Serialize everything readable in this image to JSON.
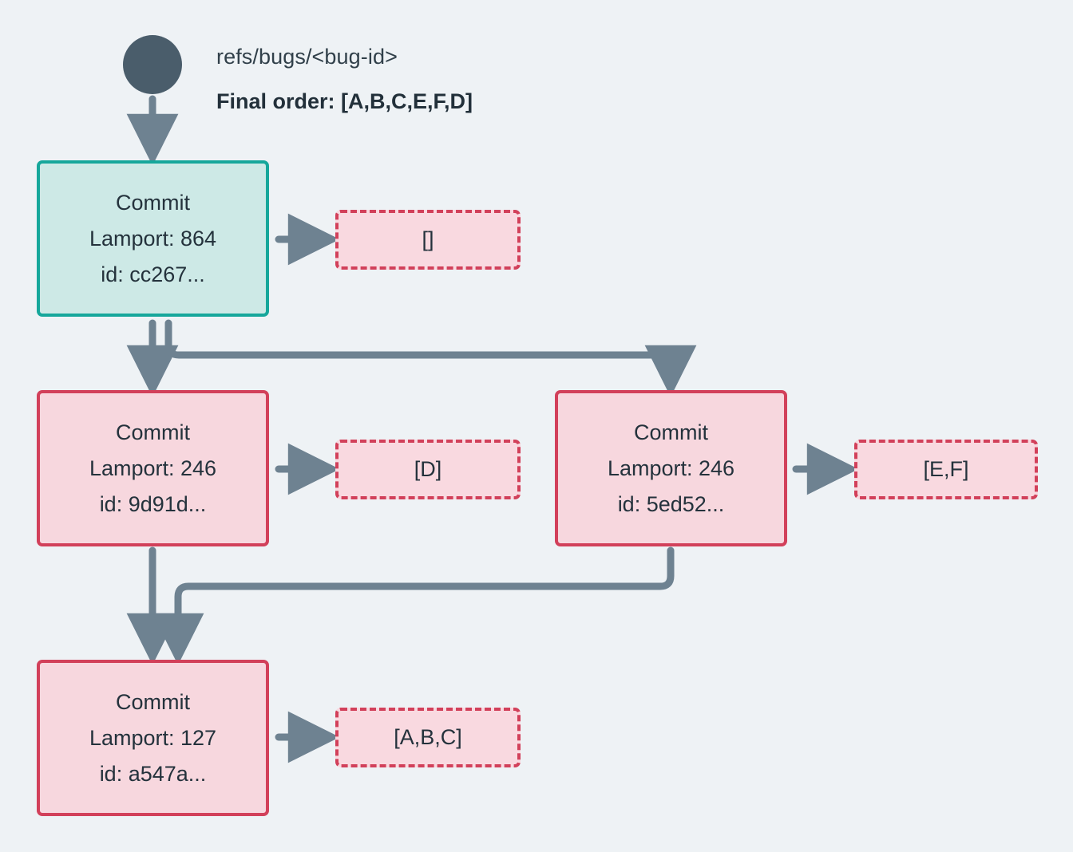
{
  "diagram": {
    "type": "commit-dag",
    "background_color": "#eef2f5",
    "root": {
      "icon": "filled-circle-node",
      "color": "#4a5d6b"
    },
    "header": {
      "ref_label": "refs/bugs/<bug-id>",
      "final_order_label": "Final order: [A,B,C,E,F,D]"
    },
    "palette": {
      "teal_border": "#16a79b",
      "teal_fill": "#cde9e6",
      "pink_border": "#d2405a",
      "pink_fill": "#f7d7de",
      "edge": "#6e8291",
      "text": "#24323c"
    },
    "nodes": [
      {
        "id": "cc267",
        "style": "teal",
        "title": "Commit",
        "lamport": "Lamport: 864",
        "hash": "id: cc267..."
      },
      {
        "id": "9d91d",
        "style": "pink",
        "title": "Commit",
        "lamport": "Lamport: 246",
        "hash": "id: 9d91d..."
      },
      {
        "id": "5ed52",
        "style": "pink",
        "title": "Commit",
        "lamport": "Lamport: 246",
        "hash": "id: 5ed52..."
      },
      {
        "id": "a547a",
        "style": "pink",
        "title": "Commit",
        "lamport": "Lamport: 127",
        "hash": "id: a547a..."
      }
    ],
    "operations": [
      {
        "for_node": "cc267",
        "label": "[]"
      },
      {
        "for_node": "9d91d",
        "label": "[D]"
      },
      {
        "for_node": "5ed52",
        "label": "[E,F]"
      },
      {
        "for_node": "a547a",
        "label": "[A,B,C]"
      }
    ],
    "edges": [
      {
        "from": "root",
        "to": "cc267"
      },
      {
        "from": "cc267",
        "to": "9d91d"
      },
      {
        "from": "cc267",
        "to": "5ed52"
      },
      {
        "from": "9d91d",
        "to": "a547a"
      },
      {
        "from": "5ed52",
        "to": "a547a"
      },
      {
        "from": "cc267",
        "to": "op-empty"
      },
      {
        "from": "9d91d",
        "to": "op-d"
      },
      {
        "from": "5ed52",
        "to": "op-ef"
      },
      {
        "from": "a547a",
        "to": "op-abc"
      }
    ]
  }
}
